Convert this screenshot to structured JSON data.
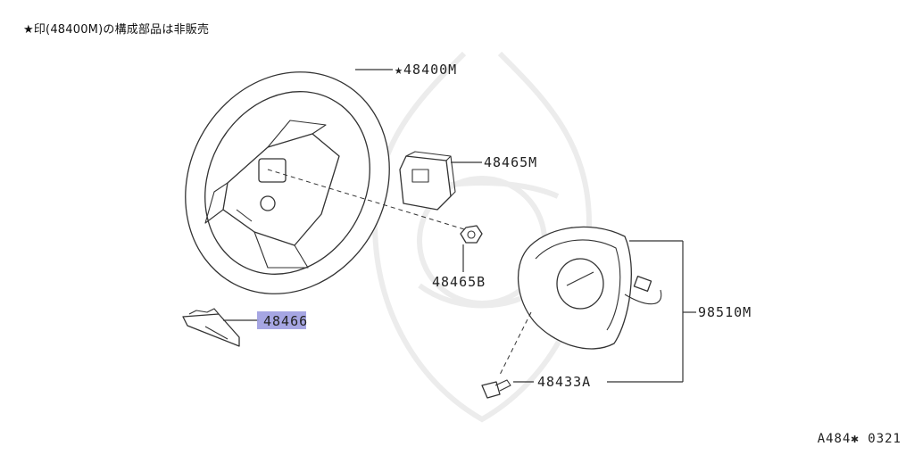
{
  "note": "★印(48400M)の構成部品は非販売",
  "diagram_code": "A484✱ 0321",
  "parts": {
    "steering_wheel": "★48400M",
    "switch": "48465M",
    "nut": "48465B",
    "finisher": "48466",
    "airbag_module": "98510M",
    "bolt": "48433A"
  },
  "highlight": {
    "color": "#9c9ce0"
  }
}
